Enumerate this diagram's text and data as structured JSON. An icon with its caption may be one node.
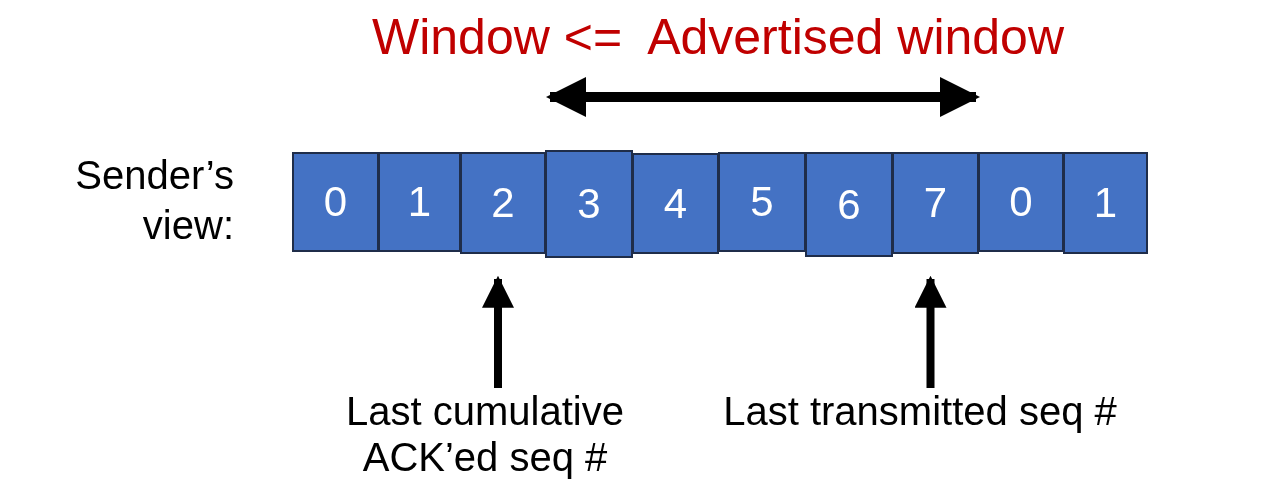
{
  "diagram": {
    "nodes": [
      {
        "text": [
          "0"
        ]
      },
      {
        "text": [
          "1"
        ]
      },
      {
        "text": [
          "2"
        ]
      },
      {
        "text": [
          "3"
        ]
      },
      {
        "text": [
          "4"
        ]
      },
      {
        "text": [
          "5"
        ]
      },
      {
        "text": [
          "6"
        ]
      },
      {
        "text": [
          "7"
        ]
      },
      {
        "text": [
          "0"
        ]
      },
      {
        "text": [
          "1"
        ]
      },
      {
        "text": [
          "Last cumulative ACK’ed seq #"
        ]
      },
      {
        "text": [
          "Last transmitted seq #"
        ]
      }
    ],
    "edges": [
      {
        "from": 10,
        "to": 2,
        "arrow": "to"
      },
      {
        "from": 11,
        "to": 7,
        "arrow": "to"
      }
    ],
    "labels": [
      "Window <=  Advertised window",
      "Sender’s view:"
    ]
  }
}
